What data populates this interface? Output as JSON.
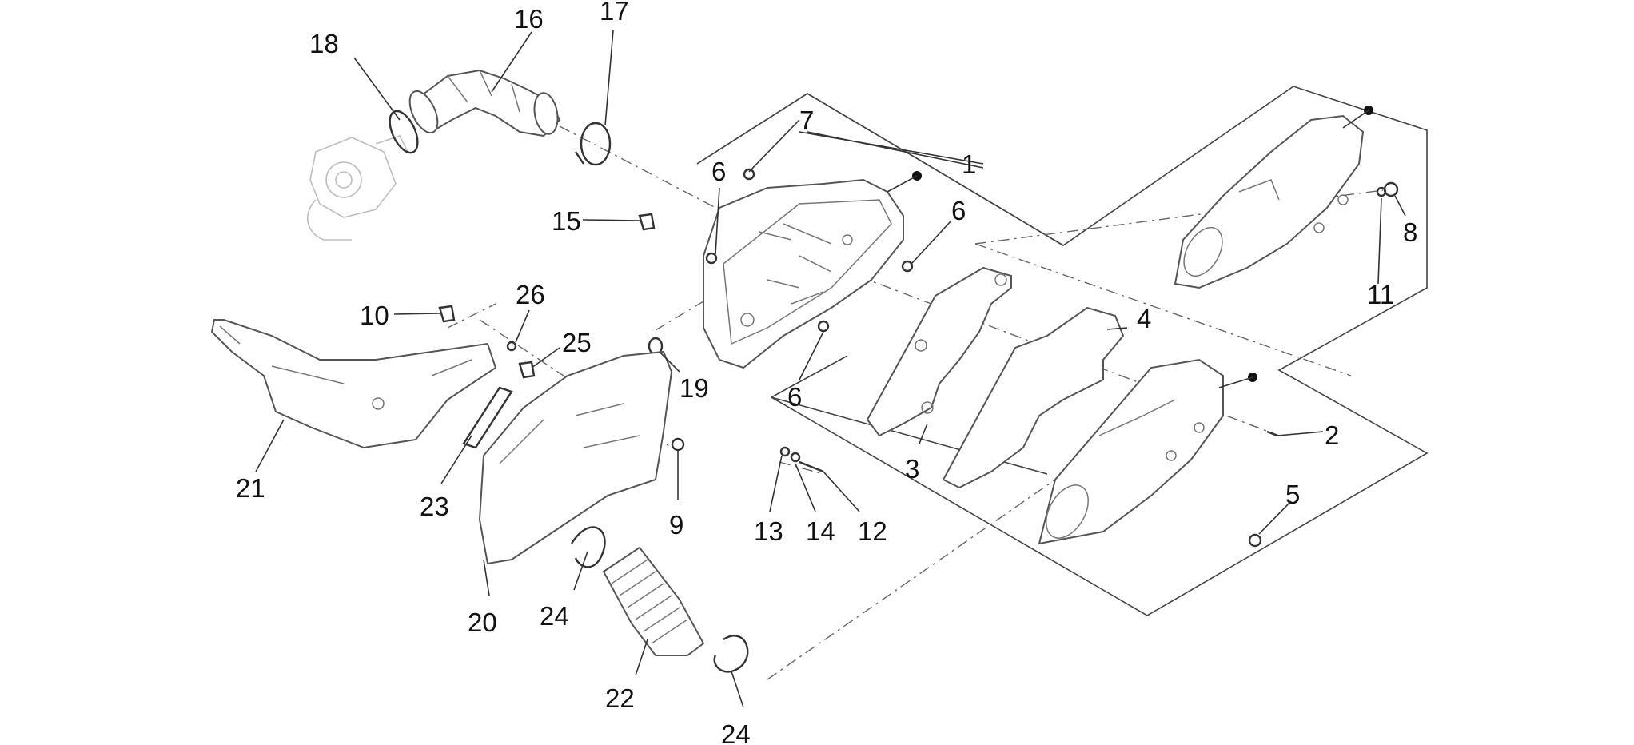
{
  "diagram": {
    "callouts": [
      {
        "id": "c1",
        "text": "1"
      },
      {
        "id": "c2",
        "text": "2"
      },
      {
        "id": "c3",
        "text": "3"
      },
      {
        "id": "c4",
        "text": "4"
      },
      {
        "id": "c5",
        "text": "5"
      },
      {
        "id": "c6a",
        "text": "6"
      },
      {
        "id": "c6b",
        "text": "6"
      },
      {
        "id": "c6c",
        "text": "6"
      },
      {
        "id": "c7",
        "text": "7"
      },
      {
        "id": "c8",
        "text": "8"
      },
      {
        "id": "c9",
        "text": "9"
      },
      {
        "id": "c10",
        "text": "10"
      },
      {
        "id": "c11",
        "text": "11"
      },
      {
        "id": "c12",
        "text": "12"
      },
      {
        "id": "c13",
        "text": "13"
      },
      {
        "id": "c14",
        "text": "14"
      },
      {
        "id": "c15",
        "text": "15"
      },
      {
        "id": "c16",
        "text": "16"
      },
      {
        "id": "c17",
        "text": "17"
      },
      {
        "id": "c18",
        "text": "18"
      },
      {
        "id": "c19",
        "text": "19"
      },
      {
        "id": "c20",
        "text": "20"
      },
      {
        "id": "c21",
        "text": "21"
      },
      {
        "id": "c22",
        "text": "22"
      },
      {
        "id": "c23",
        "text": "23"
      },
      {
        "id": "c24a",
        "text": "24"
      },
      {
        "id": "c24b",
        "text": "24"
      },
      {
        "id": "c25",
        "text": "25"
      },
      {
        "id": "c26",
        "text": "26"
      }
    ]
  }
}
